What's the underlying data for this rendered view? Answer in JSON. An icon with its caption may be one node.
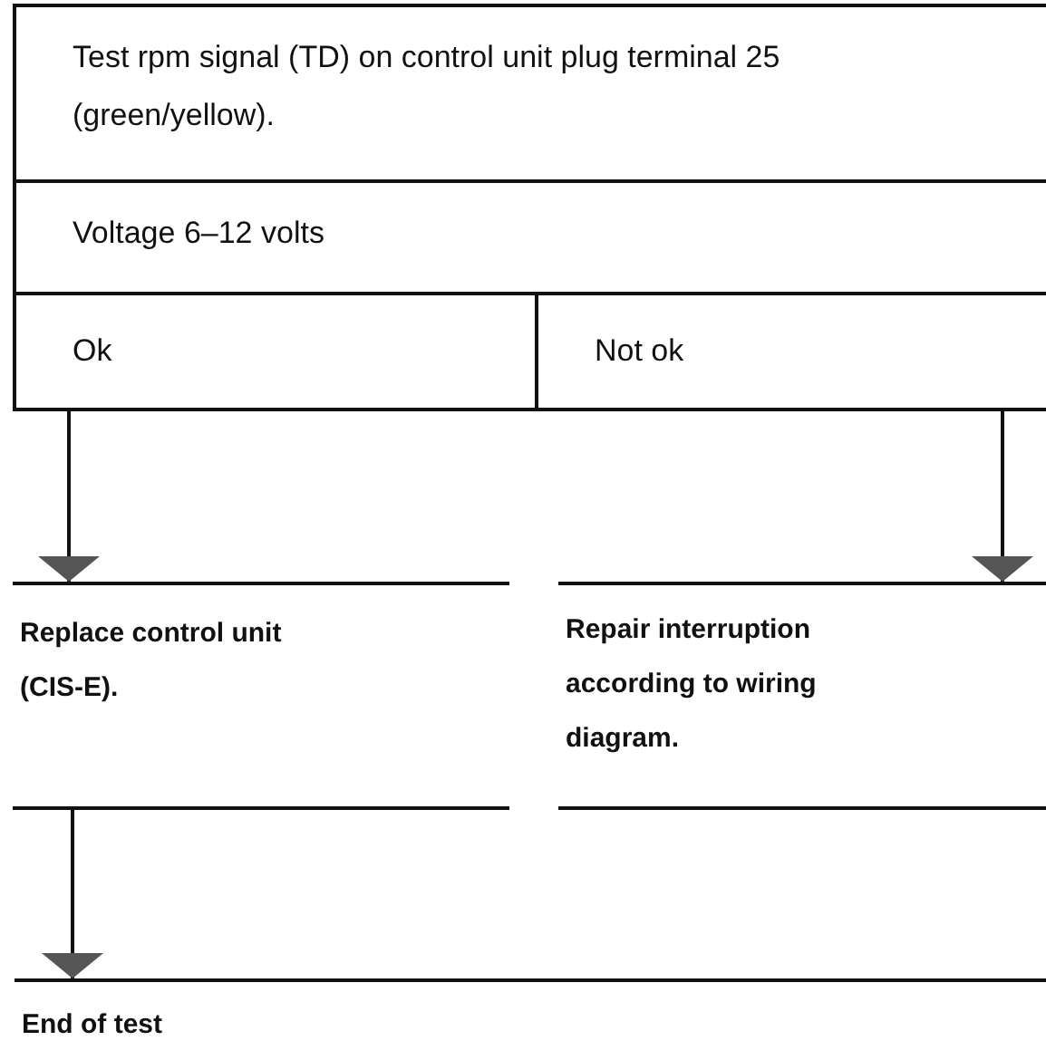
{
  "diagram": {
    "nodes": [
      {
        "text": [
          "Test rpm signal (TD) on control unit plug terminal 25 (green/yellow)."
        ]
      },
      {
        "text": [
          "Voltage 6–12 volts"
        ]
      },
      {
        "text": [
          "Ok"
        ]
      },
      {
        "text": [
          "Not ok"
        ]
      },
      {
        "text": [
          "**Replace control unit** (CIS-E)."
        ]
      },
      {
        "text": [
          "Repair interruption according to wiring diagram."
        ]
      },
      {
        "text": [
          "End of test"
        ]
      }
    ],
    "edges": [
      {
        "from": 2,
        "to": 4,
        "arrow": "to"
      },
      {
        "from": 3,
        "to": 5,
        "arrow": "to"
      },
      {
        "from": 4,
        "to": 6,
        "arrow": "to"
      }
    ]
  }
}
